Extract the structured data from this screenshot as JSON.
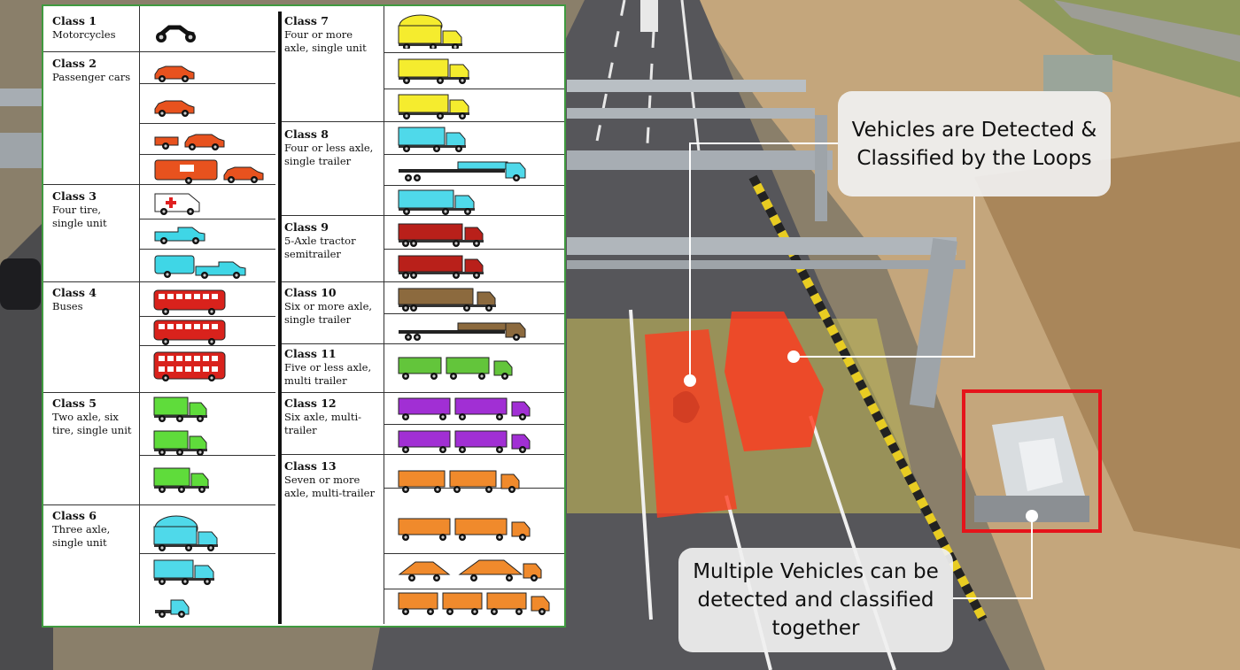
{
  "callouts": {
    "top": [
      "Vehicles are Detected &",
      "Classified by the Loops"
    ],
    "bottom": [
      "Multiple Vehicles can be",
      "detected and classified",
      "together"
    ]
  },
  "classes": [
    {
      "title": "Class 1",
      "desc": [
        "Motorcycles"
      ]
    },
    {
      "title": "Class 2",
      "desc": [
        "Passenger cars"
      ]
    },
    {
      "title": "Class 3",
      "desc": [
        "Four tire,",
        "single unit"
      ]
    },
    {
      "title": "Class 4",
      "desc": [
        "Buses"
      ]
    },
    {
      "title": "Class 5",
      "desc": [
        "Two axle, six",
        "tire, single unit"
      ]
    },
    {
      "title": "Class 6",
      "desc": [
        "Three axle,",
        "single unit"
      ]
    },
    {
      "title": "Class 7",
      "desc": [
        "Four or more",
        "axle, single unit"
      ]
    },
    {
      "title": "Class 8",
      "desc": [
        "Four or less axle,",
        "single trailer"
      ]
    },
    {
      "title": "Class 9",
      "desc": [
        "5-Axle tractor",
        "semitrailer"
      ]
    },
    {
      "title": "Class 10",
      "desc": [
        "Six or more axle,",
        "single trailer"
      ]
    },
    {
      "title": "Class 11",
      "desc": [
        "Five or less axle,",
        "multi trailer"
      ]
    },
    {
      "title": "Class 12",
      "desc": [
        "Six axle, multi-",
        "trailer"
      ]
    },
    {
      "title": "Class 13",
      "desc": [
        "Seven or more",
        "axle, multi-trailer"
      ]
    }
  ],
  "vehicle_colors": {
    "motorcycle": "#111111",
    "passenger_car": "#e8521e",
    "van": "#ffffff",
    "pickup": "#3fd6e6",
    "bus": "#d9221c",
    "single_unit_green": "#5fdc3b",
    "single_unit_cyan": "#4fd9ea",
    "single_unit_yellow": "#f5ec2e",
    "tractor_red": "#b9201a",
    "tractor_brown": "#8c6a3e",
    "multi_green": "#63c53b",
    "multi_purple": "#a12fd4",
    "multi_orange": "#f08a2c"
  },
  "highlight_colors": {
    "detection_zone": "#e8d84a",
    "vehicle_overlay": "#ff3b1f",
    "equipment_box": "#e5141b"
  }
}
